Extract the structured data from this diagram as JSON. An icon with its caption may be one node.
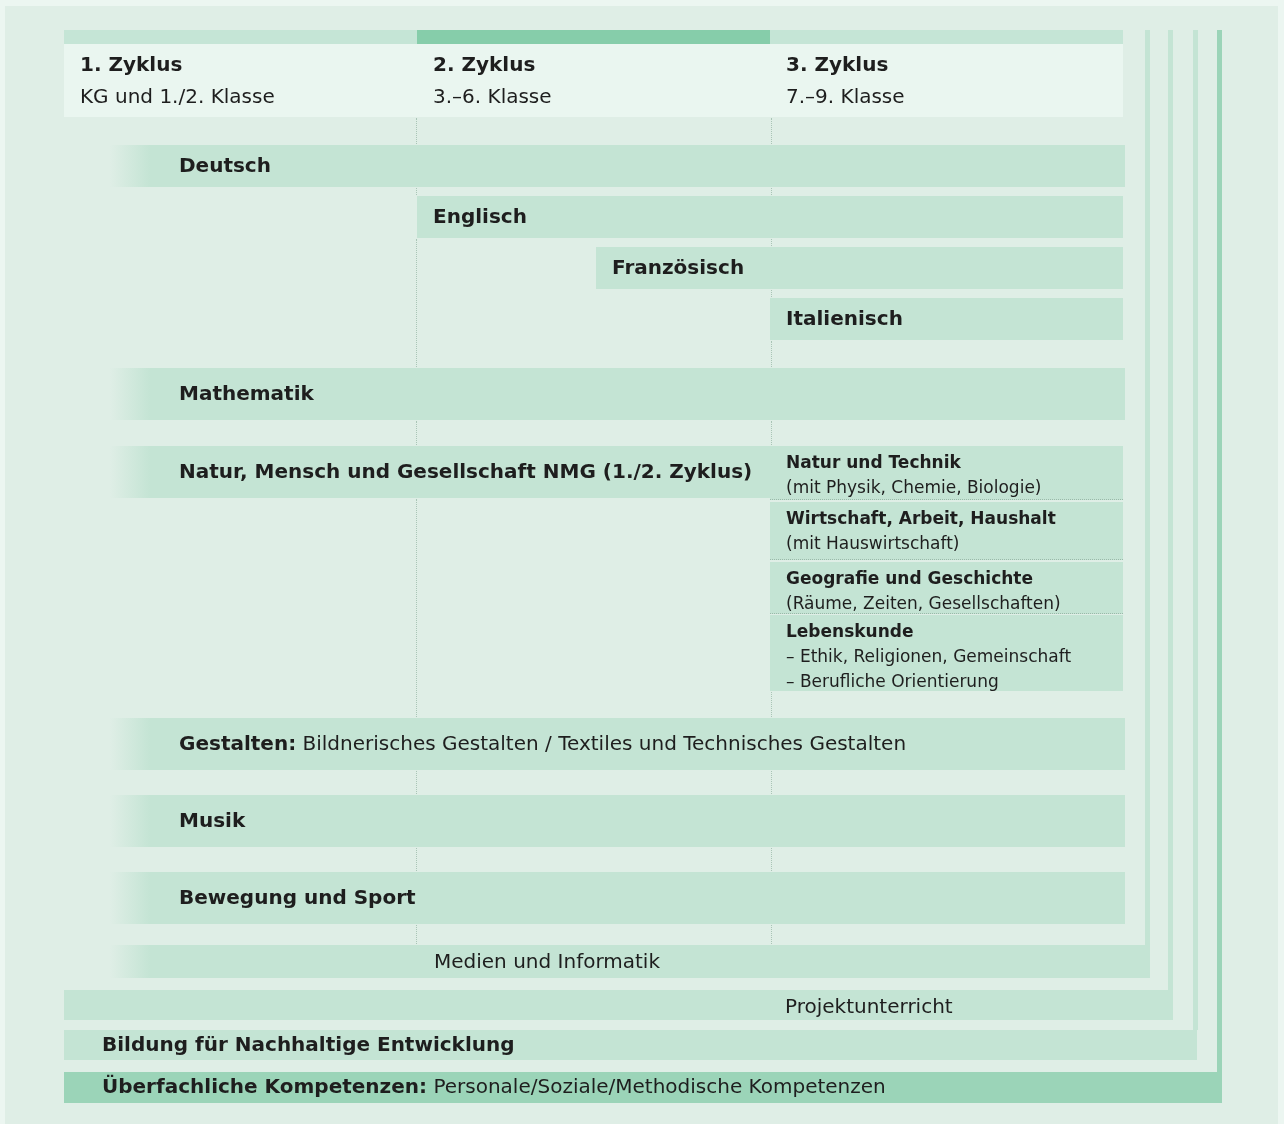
{
  "diagram": {
    "nodes": [
      {
        "text": [
          "1. Zyklus",
          "KG und 1./2. Klasse"
        ]
      },
      {
        "text": [
          "2. Zyklus",
          "3.–6. Klasse"
        ]
      },
      {
        "text": [
          "3. Zyklus",
          "7.–9. Klasse"
        ]
      },
      {
        "text": [
          "Deutsch"
        ]
      },
      {
        "text": [
          "Englisch"
        ]
      },
      {
        "text": [
          "Französisch"
        ]
      },
      {
        "text": [
          "Italienisch"
        ]
      },
      {
        "text": [
          "Mathematik"
        ]
      },
      {
        "text": [
          "Natur, Mensch und Gesellschaft NMG (1./2. Zyklus)"
        ]
      },
      {
        "text": [
          "Natur und Technik",
          "(mit Physik, Chemie, Biologie)"
        ]
      },
      {
        "text": [
          "Wirtschaft, Arbeit, Haushalt",
          "(mit Hauswirtschaft)"
        ]
      },
      {
        "text": [
          "Geografie und Geschichte",
          "(Räume, Zeiten, Gesellschaften)"
        ]
      },
      {
        "text": [
          "Lebenskunde",
          "– Ethik, Religionen, Gemeinschaft",
          "– Berufliche Orientierung"
        ]
      },
      {
        "text": [
          "**Gestalten:** Bildnerisches Gestalten / Textiles und Technisches Gestalten"
        ]
      },
      {
        "text": [
          "Musik"
        ]
      },
      {
        "text": [
          "Bewegung und Sport"
        ]
      },
      {
        "text": [
          "Medien und Informatik"
        ]
      },
      {
        "text": [
          "Projektunterricht"
        ]
      },
      {
        "text": [
          "Bildung für Nachhaltige Entwicklung"
        ]
      },
      {
        "text": [
          "**Überfachliche Kompetenzen:** Personale/Soziale/Methodische Kompetenzen"
        ]
      }
    ],
    "edges": []
  }
}
